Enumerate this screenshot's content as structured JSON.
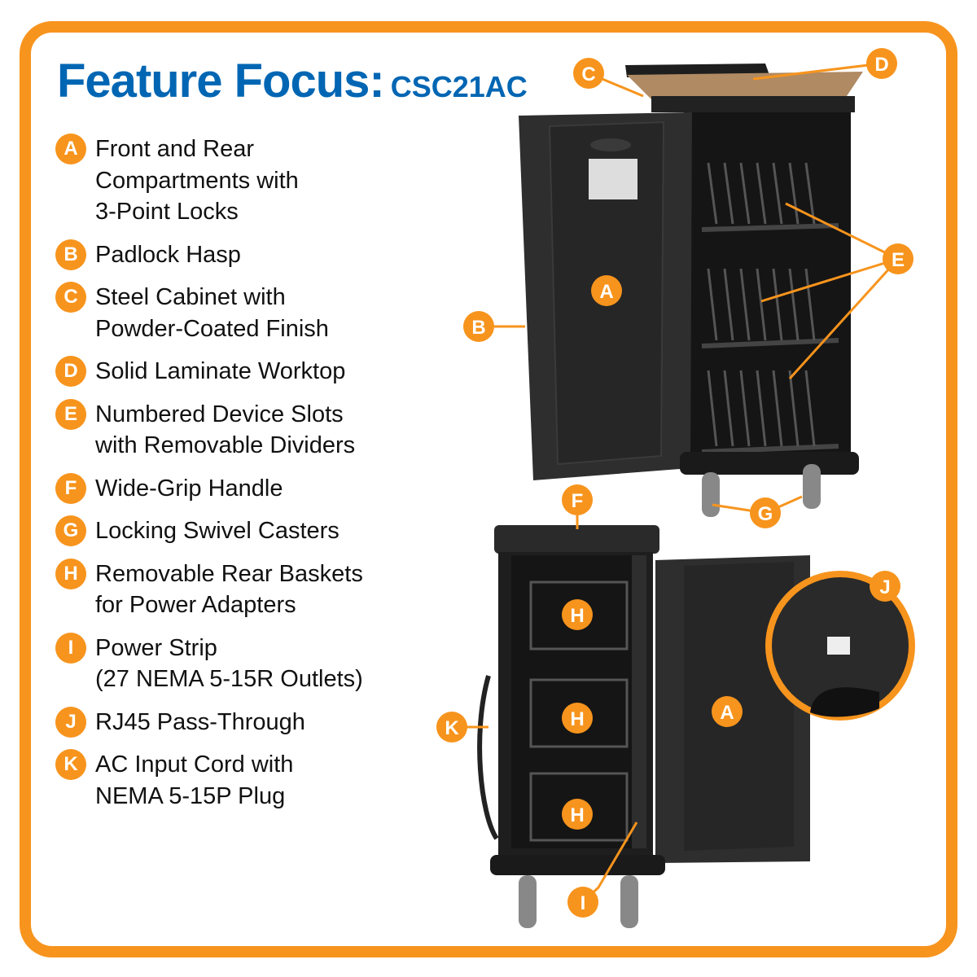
{
  "title": {
    "main": "Feature Focus:",
    "model": "CSC21AC"
  },
  "features": [
    {
      "letter": "A",
      "text": "Front and Rear\nCompartments with\n3-Point Locks"
    },
    {
      "letter": "B",
      "text": "Padlock Hasp"
    },
    {
      "letter": "C",
      "text": "Steel Cabinet with\nPowder-Coated Finish"
    },
    {
      "letter": "D",
      "text": "Solid Laminate Worktop"
    },
    {
      "letter": "E",
      "text": "Numbered Device Slots\nwith Removable Dividers"
    },
    {
      "letter": "F",
      "text": "Wide-Grip Handle"
    },
    {
      "letter": "G",
      "text": "Locking Swivel Casters"
    },
    {
      "letter": "H",
      "text": "Removable Rear Baskets\nfor Power Adapters"
    },
    {
      "letter": "I",
      "text": "Power Strip\n(27 NEMA 5-15R Outlets)"
    },
    {
      "letter": "J",
      "text": "RJ45 Pass-Through"
    },
    {
      "letter": "K",
      "text": "AC Input Cord with\nNEMA 5-15P Plug"
    }
  ],
  "colors": {
    "accent": "#F7941D",
    "brand": "#0066B3",
    "cabinet": "#2b2b2b"
  }
}
